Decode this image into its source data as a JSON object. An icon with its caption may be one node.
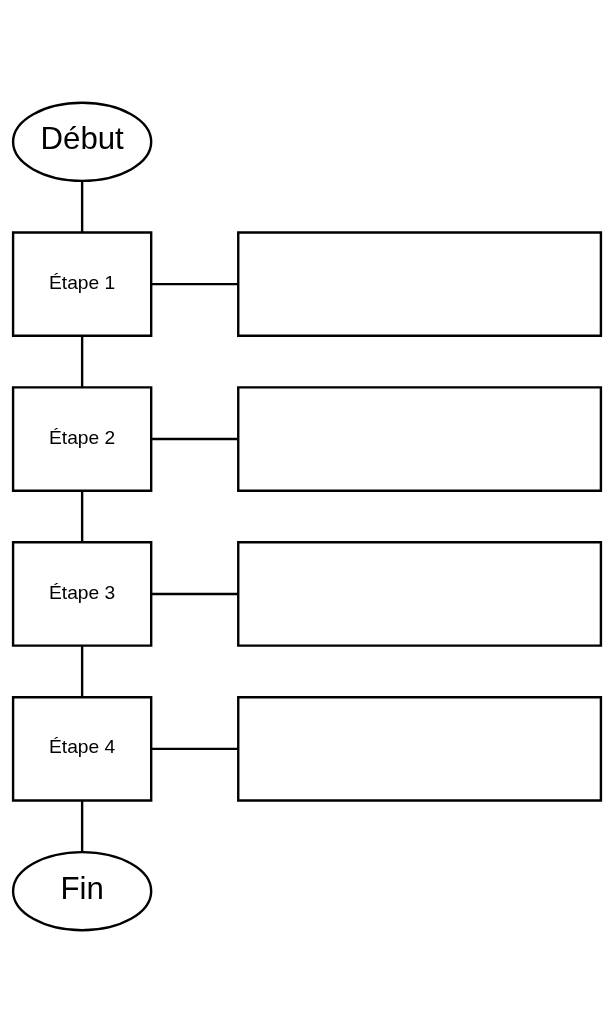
{
  "diagram": {
    "nodes": [
      {
        "text": [
          "Début"
        ]
      },
      {
        "text": [
          "Étape 1"
        ]
      },
      {
        "text": [],
        "shape": "box"
      },
      {
        "text": [
          "Étape 2"
        ]
      },
      {
        "text": [],
        "shape": "box"
      },
      {
        "text": [
          "Étape 3"
        ]
      },
      {
        "text": [],
        "shape": "box"
      },
      {
        "text": [
          "Étape 4"
        ]
      },
      {
        "text": [],
        "shape": "box"
      },
      {
        "text": [
          "Fin"
        ]
      }
    ],
    "edges": [
      {
        "from": 0,
        "to": 1,
        "arrow": "none"
      },
      {
        "from": 1,
        "to": 2,
        "arrow": "none"
      },
      {
        "from": 1,
        "to": 3,
        "arrow": "none"
      },
      {
        "from": 3,
        "to": 4,
        "arrow": "none"
      },
      {
        "from": 3,
        "to": 5,
        "arrow": "none"
      },
      {
        "from": 5,
        "to": 6,
        "arrow": "none"
      },
      {
        "from": 5,
        "to": 7,
        "arrow": "none"
      },
      {
        "from": 7,
        "to": 8,
        "arrow": "none"
      },
      {
        "from": 7,
        "to": 9,
        "arrow": "none"
      }
    ]
  }
}
